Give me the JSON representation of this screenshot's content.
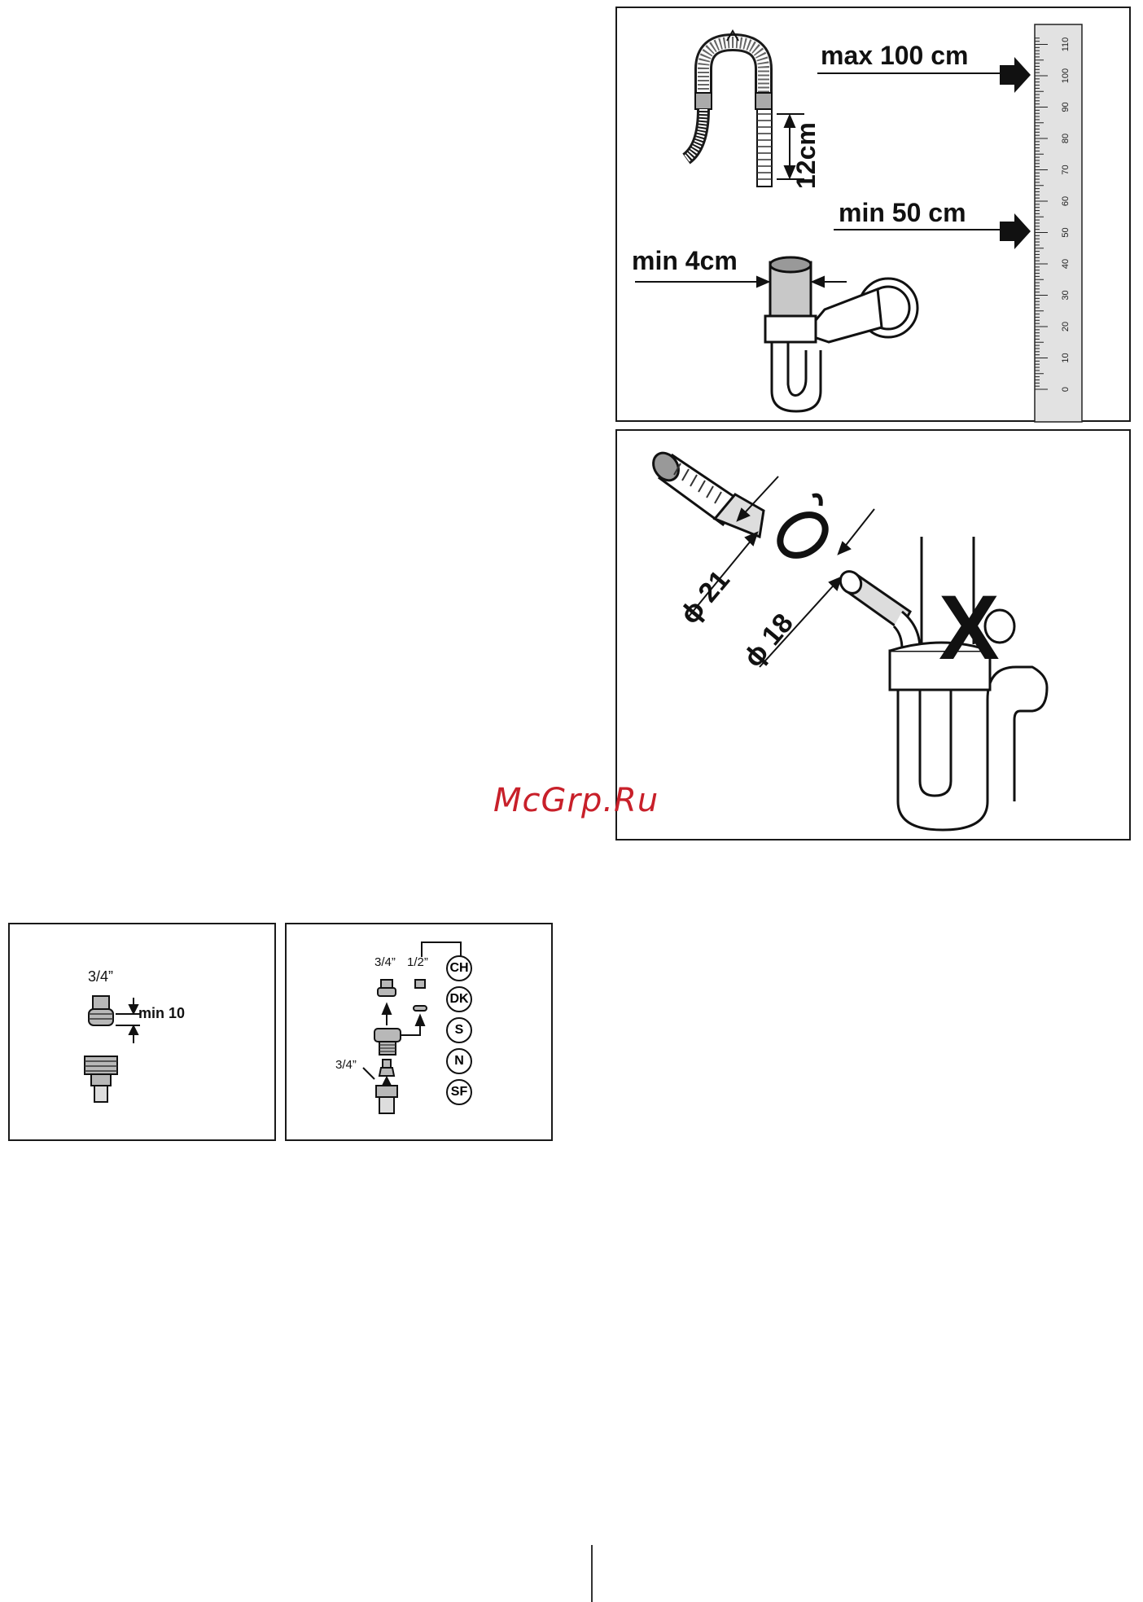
{
  "drain_diagram": {
    "max_label": "max 100 cm",
    "hose_height_label": "12cm",
    "min_label": "min 50 cm",
    "pipe_gap_label": "min 4cm",
    "ruler_ticks": [
      "0",
      "10",
      "20",
      "30",
      "40",
      "50",
      "60",
      "70",
      "80",
      "90",
      "100",
      "110"
    ]
  },
  "siphon_diagram": {
    "diameter_21_label": "ϕ 21",
    "diameter_18_label": "ϕ 18",
    "cross_mark": "X"
  },
  "tap_diagram": {
    "thread_label": "3/4”",
    "min_label": "min 10"
  },
  "adapter_diagram": {
    "thread_label_a": "3/4”",
    "thread_label_b": "1/2”",
    "thread_label_c": "3/4”",
    "country_codes": [
      "CH",
      "DK",
      "S",
      "N",
      "SF"
    ]
  },
  "watermark": "McGrp.Ru",
  "colors": {
    "line": "#1a1a1a",
    "fill_grey": "#b8b8b8",
    "ruler": "#e2e2e2",
    "watermark": "#c8202a"
  }
}
